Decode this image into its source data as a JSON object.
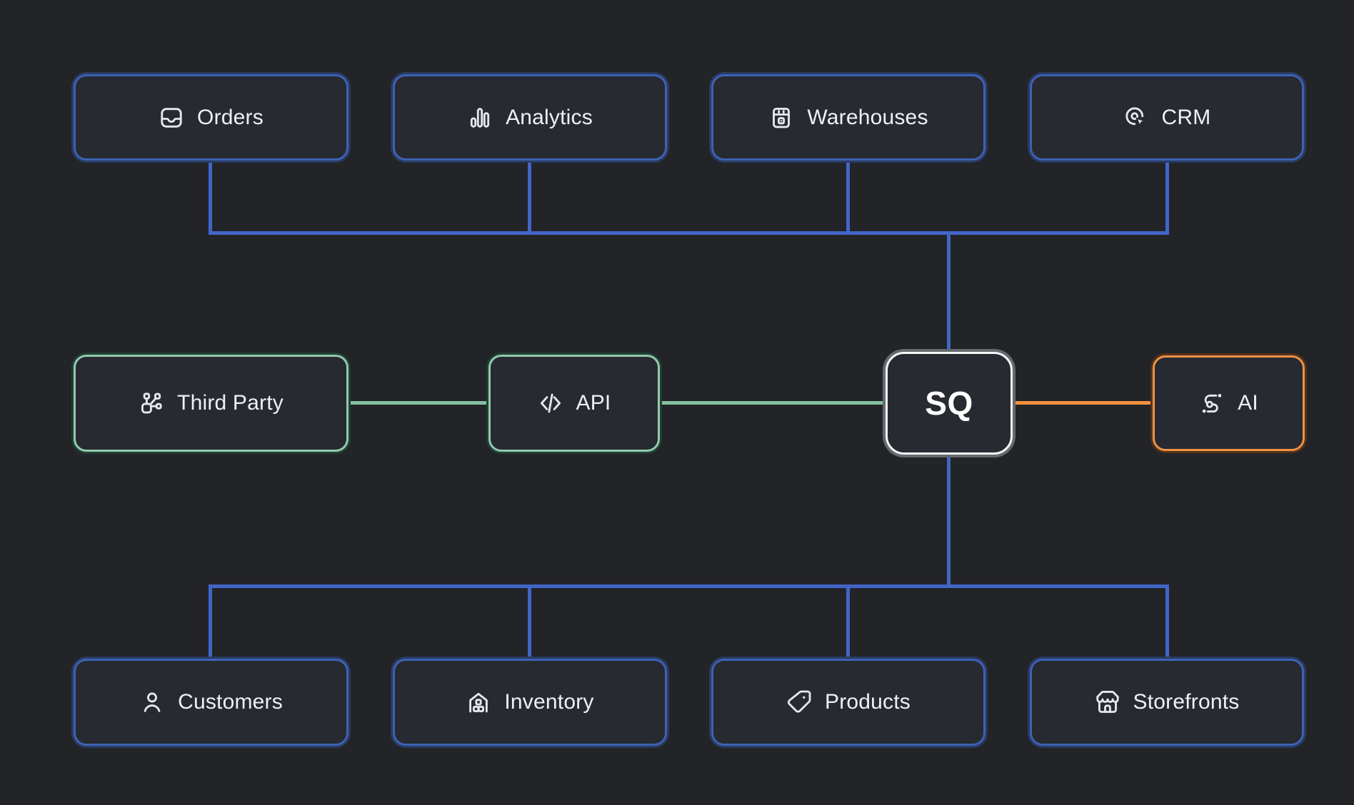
{
  "title": "Commerce platform architecture diagram",
  "colors": {
    "background": "#222428",
    "node_fill": "#272a31",
    "text": "#eef0f3",
    "blue_border": "#3d62b5",
    "blue_line": "#4166c8",
    "green_border": "#93c9ad",
    "green_line": "#84c0a1",
    "orange_border": "#ec9247",
    "orange_line": "#f4913c",
    "core_border": "#f4f5f6",
    "core_ring": "#66696e"
  },
  "nodes": {
    "orders": {
      "label": "Orders",
      "icon": "inbox-icon",
      "accent": "blue"
    },
    "analytics": {
      "label": "Analytics",
      "icon": "bar-chart-icon",
      "accent": "blue"
    },
    "warehouses": {
      "label": "Warehouses",
      "icon": "package-icon",
      "accent": "blue"
    },
    "crm": {
      "label": "CRM",
      "icon": "click-target-icon",
      "accent": "blue"
    },
    "third_party": {
      "label": "Third Party",
      "icon": "integration-nodes-icon",
      "accent": "green"
    },
    "api": {
      "label": "API",
      "icon": "code-icon",
      "accent": "green"
    },
    "sq": {
      "label": "SQ",
      "icon": "none",
      "accent": "core"
    },
    "ai": {
      "label": "AI",
      "icon": "ai-route-icon",
      "accent": "orange"
    },
    "customers": {
      "label": "Customers",
      "icon": "user-icon",
      "accent": "blue"
    },
    "inventory": {
      "label": "Inventory",
      "icon": "warehouse-icon",
      "accent": "blue"
    },
    "products": {
      "label": "Products",
      "icon": "tag-icon",
      "accent": "blue"
    },
    "storefronts": {
      "label": "Storefronts",
      "icon": "store-icon",
      "accent": "blue"
    }
  },
  "connections": [
    {
      "from": "orders",
      "to": "sq",
      "color": "blue"
    },
    {
      "from": "analytics",
      "to": "sq",
      "color": "blue"
    },
    {
      "from": "warehouses",
      "to": "sq",
      "color": "blue"
    },
    {
      "from": "crm",
      "to": "sq",
      "color": "blue"
    },
    {
      "from": "third_party",
      "to": "api",
      "color": "green"
    },
    {
      "from": "api",
      "to": "sq",
      "color": "green"
    },
    {
      "from": "sq",
      "to": "ai",
      "color": "orange"
    },
    {
      "from": "sq",
      "to": "customers",
      "color": "blue"
    },
    {
      "from": "sq",
      "to": "inventory",
      "color": "blue"
    },
    {
      "from": "sq",
      "to": "products",
      "color": "blue"
    },
    {
      "from": "sq",
      "to": "storefronts",
      "color": "blue"
    }
  ]
}
